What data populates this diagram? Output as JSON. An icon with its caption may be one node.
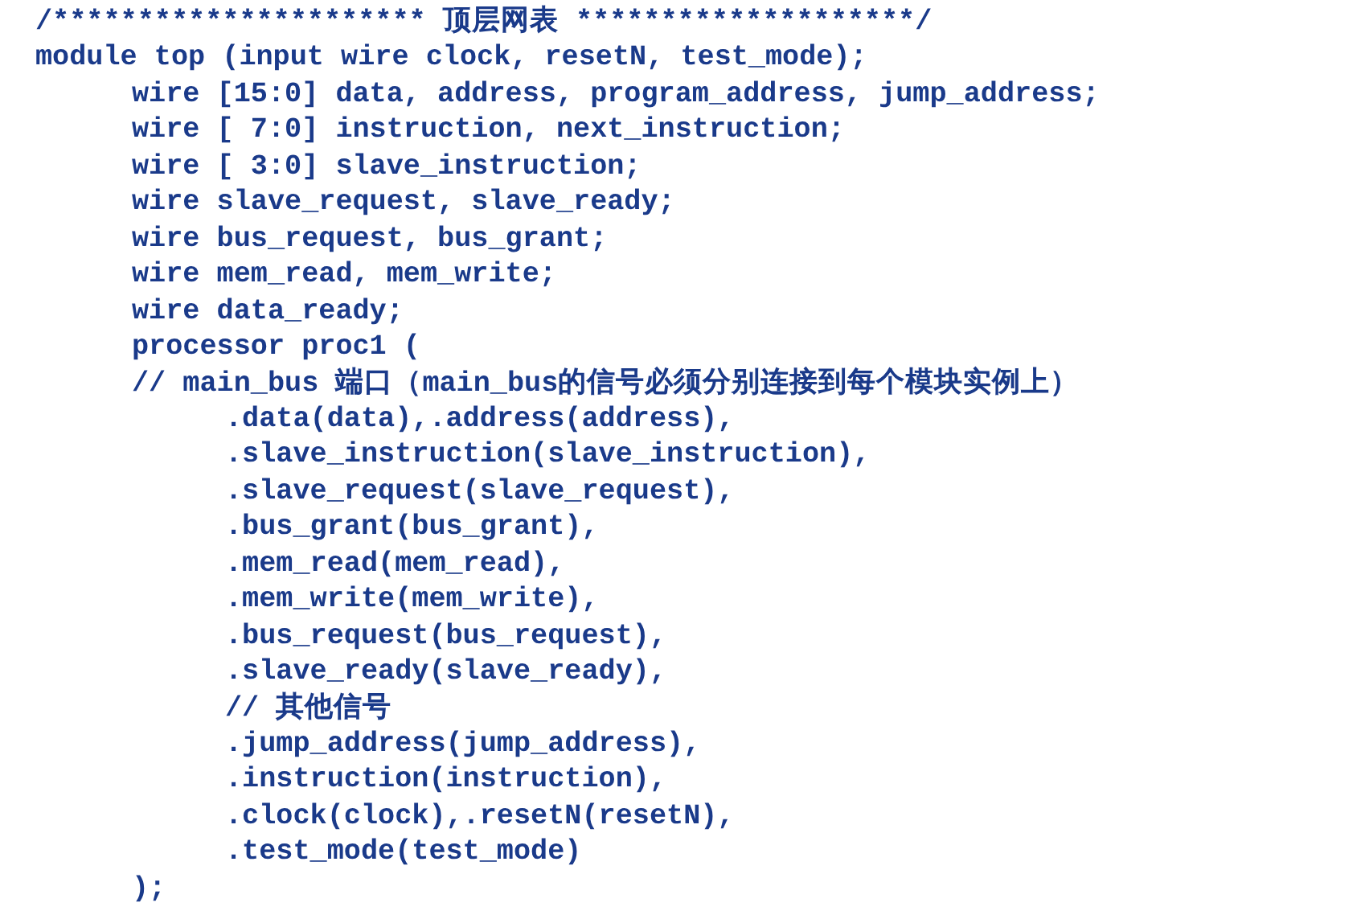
{
  "diagram": {
    "labels": [
      "/********************** 顶层网表 ********************/",
      "module top (input wire clock, resetN, test_mode);",
      "wire [15:0] data, address, program_address, jump_address;",
      "wire [ 7:0] instruction, next_instruction;",
      "wire [ 3:0] slave_instruction;",
      "wire slave_request, slave_ready;",
      "wire bus_request, bus_grant;",
      "wire mem_read, mem_write;",
      "wire data_ready;",
      "processor proc1 (",
      "// main_bus 端口（main_bus的信号必须分别连接到每个模块实例上）",
      ".data(data),.address(address),",
      ".slave_instruction(slave_instruction),",
      ".slave_request(slave_request),",
      ".bus_grant(bus_grant),",
      ".mem_read(mem_read),",
      ".mem_write(mem_write),",
      ".bus_request(bus_request),",
      ".slave_ready(slave_ready),",
      "// 其他信号",
      ".jump_address(jump_address),",
      ".instruction(instruction),",
      ".clock(clock),.resetN(resetN),",
      ".test_mode(test_mode)",
      ");"
    ]
  }
}
